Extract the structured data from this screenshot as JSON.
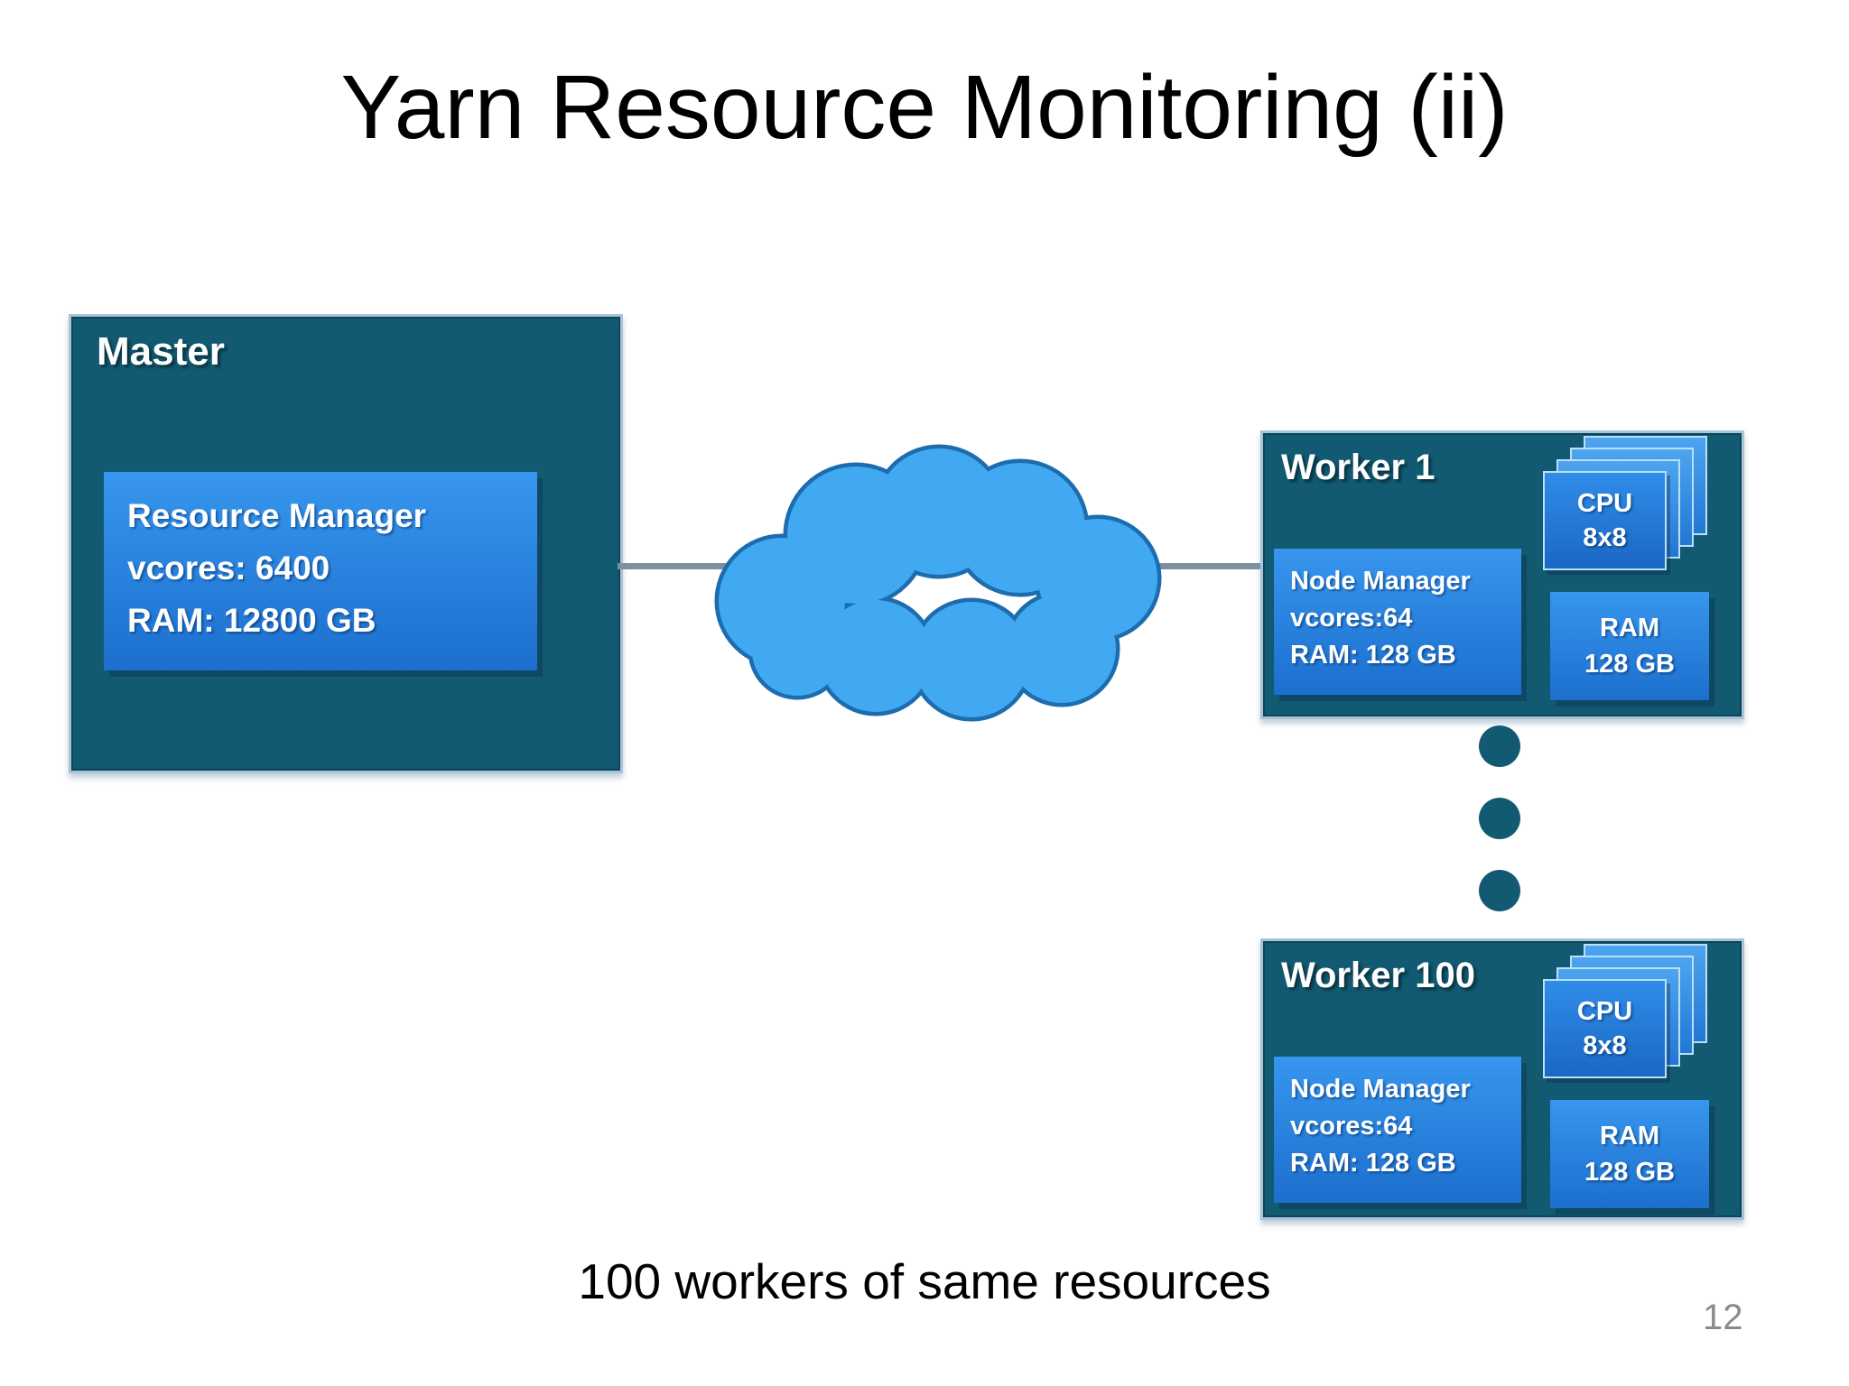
{
  "slide": {
    "title": "Yarn Resource Monitoring (ii)",
    "caption": "100 workers of same resources",
    "page_number": "12"
  },
  "master": {
    "label": "Master",
    "resource_manager": {
      "title": "Resource Manager",
      "vcores": "vcores: 6400",
      "ram": "RAM: 12800 GB"
    }
  },
  "workers": [
    {
      "label": "Worker 1",
      "node_manager": {
        "title": "Node Manager",
        "vcores": "vcores:64",
        "ram": "RAM: 128 GB"
      },
      "cpu": {
        "title": "CPU",
        "value": "8x8"
      },
      "ram": {
        "title": "RAM",
        "value": "128 GB"
      }
    },
    {
      "label": "Worker 100",
      "node_manager": {
        "title": "Node Manager",
        "vcores": "vcores:64",
        "ram": "RAM: 128 GB"
      },
      "cpu": {
        "title": "CPU",
        "value": "8x8"
      },
      "ram": {
        "title": "RAM",
        "value": "128 GB"
      }
    }
  ],
  "icons": {
    "cloud": "network-cloud",
    "ellipsis": "vertical-ellipsis-dots"
  },
  "colors": {
    "node_dark_teal": "#115a72",
    "inner_blue_top": "#3796ee",
    "inner_blue_bottom": "#1c6fcd",
    "sheet_blue": "#4da4ef",
    "cloud_fill": "#41a9f2",
    "cloud_stroke": "#1d6cae",
    "connector_line": "#7e8fa2",
    "box_border_light": "#aac3d7",
    "page_number_gray": "#8a8a8a",
    "text_white": "#ffffff"
  }
}
